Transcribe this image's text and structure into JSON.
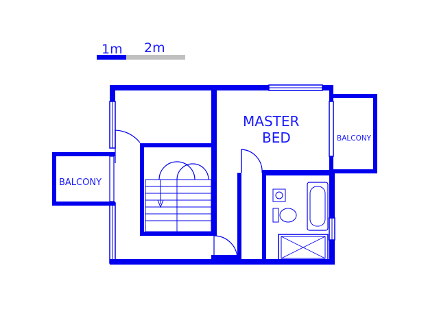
{
  "scale_bar": {
    "label_1m": "1m",
    "label_2m": "2m",
    "color_primary": "#0000ee",
    "color_secondary": "#c0c0c0"
  },
  "rooms": {
    "master_bed_line1": "MASTER",
    "master_bed_line2": "BED",
    "balcony_left": "BALCONY",
    "balcony_right": "BALCONY"
  },
  "colors": {
    "wall": "#0000ee",
    "label": "#1a1aff",
    "background": "#ffffff"
  }
}
